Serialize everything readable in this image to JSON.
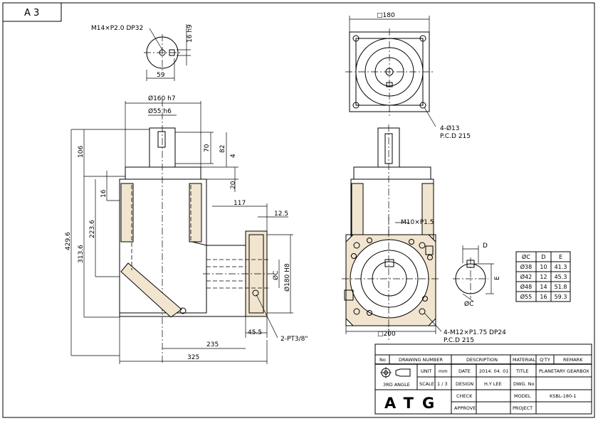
{
  "sheet": {
    "size_label": "A 3"
  },
  "top_view": {
    "thread": "M14×P2.0 DP32",
    "dim_width": "59",
    "dim_height": "16 h9"
  },
  "side_view": {
    "dim_flange_dia": "Ø160 h7",
    "dim_shaft_dia": "Ø55 h6",
    "dim_106": "106",
    "dim_70": "70",
    "dim_82": "82",
    "dim_4": "4",
    "dim_20": "20",
    "dim_16": "16",
    "dim_429": "429.6",
    "dim_313": "313.6",
    "dim_223": "223.6",
    "dim_117": "117",
    "dim_12": "12.5",
    "dim_bore": "ØC",
    "dim_180h8": "Ø180 H8",
    "dim_45": "45.5",
    "dim_235": "235",
    "dim_325": "325",
    "plug": "2-PT3/8\""
  },
  "front_view": {
    "dim_square_top": "□180",
    "holes_top": "4-Ø13",
    "pcd_top": "P.C.D 215",
    "tap_label": "M10×P1.5",
    "dim_square_bottom": "□200",
    "holes_bottom": "4-M12×P1.75 DP24",
    "pcd_bottom": "P.C.D 215"
  },
  "bore_detail": {
    "label_d": "D",
    "label_e": "E",
    "label_c": "ØC"
  },
  "bore_table": {
    "headers": [
      "ØC",
      "D",
      "E"
    ],
    "rows": [
      [
        "Ø38",
        "10",
        "41.3"
      ],
      [
        "Ø42",
        "12",
        "45.3"
      ],
      [
        "Ø48",
        "14",
        "51.8"
      ],
      [
        "Ø55",
        "16",
        "59.3"
      ]
    ]
  },
  "title_block": {
    "col_no": "No",
    "col_drawing_number": "DRAWING NUMBER",
    "col_description": "DESCRIPTION",
    "col_material": "MATERIAL",
    "col_qty": "Q'TY",
    "col_remark": "REMARK",
    "angle": "3RD ANGLE",
    "unit_label": "UNIT",
    "unit_value": "mm",
    "scale_label": "SCALE",
    "scale_value": "1 / 3",
    "date_label": "DATE",
    "date_value": "2014. 04. 01",
    "design_label": "DESIGN",
    "design_value": "H.Y LEE",
    "check_label": "CHECK",
    "approve_label": "APPROVE",
    "title_label": "TITLE",
    "title_value": "PLANETARY GEARBOX",
    "dwg_label": "DWG. No",
    "model_label": "MODEL",
    "model_value": "KSBL-180-1",
    "project_label": "PROJECT",
    "company": "ATG"
  }
}
